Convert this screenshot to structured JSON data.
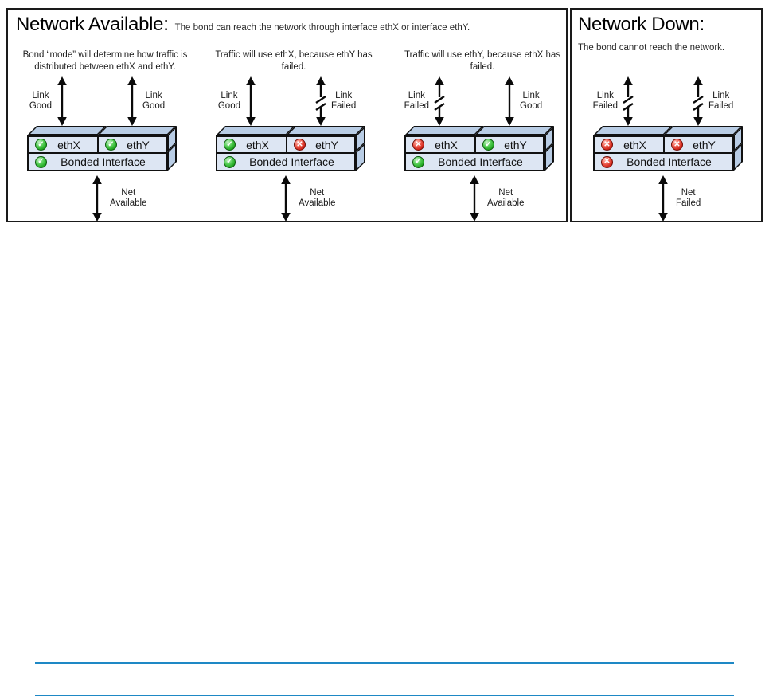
{
  "colors": {
    "panel_border": "#1a1a1a",
    "box_front": "#dde6f3",
    "box_face": "#b9cde5",
    "status_good_green": "#22a822",
    "status_failed_red": "#d0251a",
    "bottom_rule_blue": "#1e88c5",
    "arrow_black": "#0a0a0a"
  },
  "icons": {
    "status_good": "✓",
    "status_failed": "✕",
    "link_arrow": "double-headed-vertical-arrow",
    "net_arrow": "double-headed-vertical-arrow"
  },
  "panels": {
    "available": {
      "title": "Network Available:",
      "subtitle": "The bond can reach the network through interface ethX or interface ethY.",
      "diagrams": [
        {
          "caption": "Bond “mode” will determine how traffic is distributed between ethX and ethY.",
          "links": {
            "left": {
              "line1": "Link",
              "line2": "Good",
              "status": "good"
            },
            "right": {
              "line1": "Link",
              "line2": "Good",
              "status": "good"
            }
          },
          "interfaces": {
            "left": {
              "label": "ethX",
              "status": "good"
            },
            "right": {
              "label": "ethY",
              "status": "good"
            }
          },
          "bond": {
            "label": "Bonded Interface",
            "status": "good"
          },
          "net": {
            "line1": "Net",
            "line2": "Available"
          }
        },
        {
          "caption": "Traffic will use ethX, because ethY has failed.",
          "links": {
            "left": {
              "line1": "Link",
              "line2": "Good",
              "status": "good"
            },
            "right": {
              "line1": "Link",
              "line2": "Failed",
              "status": "failed"
            }
          },
          "interfaces": {
            "left": {
              "label": "ethX",
              "status": "good"
            },
            "right": {
              "label": "ethY",
              "status": "failed"
            }
          },
          "bond": {
            "label": "Bonded Interface",
            "status": "good"
          },
          "net": {
            "line1": "Net",
            "line2": "Available"
          }
        },
        {
          "caption": "Traffic will use ethY, because ethX has failed.",
          "links": {
            "left": {
              "line1": "Link",
              "line2": "Failed",
              "status": "failed"
            },
            "right": {
              "line1": "Link",
              "line2": "Good",
              "status": "good"
            }
          },
          "interfaces": {
            "left": {
              "label": "ethX",
              "status": "failed"
            },
            "right": {
              "label": "ethY",
              "status": "good"
            }
          },
          "bond": {
            "label": "Bonded Interface",
            "status": "good"
          },
          "net": {
            "line1": "Net",
            "line2": "Available"
          }
        }
      ]
    },
    "down": {
      "title": "Network Down:",
      "subtitle": "The bond cannot reach the network.",
      "diagrams": [
        {
          "caption": "",
          "links": {
            "left": {
              "line1": "Link",
              "line2": "Failed",
              "status": "failed"
            },
            "right": {
              "line1": "Link",
              "line2": "Failed",
              "status": "failed"
            }
          },
          "interfaces": {
            "left": {
              "label": "ethX",
              "status": "failed"
            },
            "right": {
              "label": "ethY",
              "status": "failed"
            }
          },
          "bond": {
            "label": "Bonded Interface",
            "status": "failed"
          },
          "net": {
            "line1": "Net",
            "line2": "Failed"
          }
        }
      ]
    }
  }
}
